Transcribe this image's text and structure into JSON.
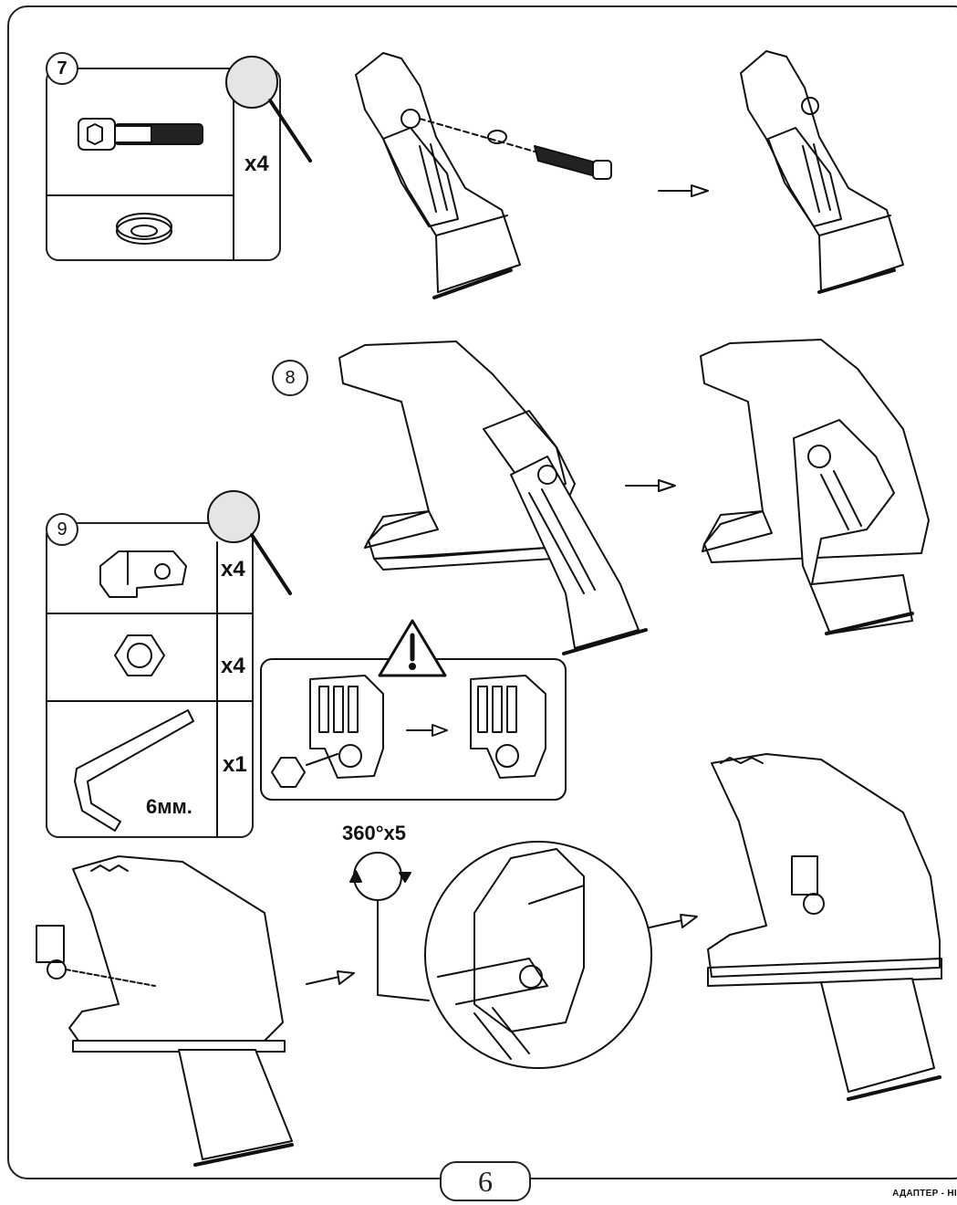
{
  "page_number": "6",
  "footer_text": "АДАПТЕР - НІ",
  "steps": [
    {
      "number": "7",
      "quantity": "x4"
    },
    {
      "number": "8"
    },
    {
      "number": "9",
      "items": [
        {
          "quantity": "x4"
        },
        {
          "quantity": "x4"
        },
        {
          "quantity": "x1",
          "size_label": "6мм."
        }
      ]
    }
  ],
  "rotation_label": "360°x5",
  "icons": [
    "magnifier-icon",
    "warning-icon",
    "arrow-right-icon",
    "rotation-icon"
  ]
}
